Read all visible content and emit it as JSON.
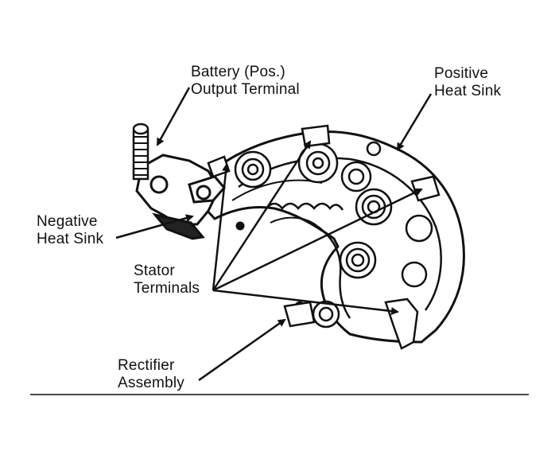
{
  "labels": {
    "battery": [
      "Battery (Pos.)",
      "Output Terminal"
    ],
    "positive_heat_sink": [
      "Positive",
      "Heat Sink"
    ],
    "negative_heat_sink": [
      "Negative",
      "Heat Sink"
    ],
    "stator_terminals": [
      "Stator",
      "Terminals"
    ],
    "rectifier": [
      "Rectifier",
      "Assembly"
    ]
  },
  "colors": {
    "ink": "#111111",
    "background": "#ffffff"
  }
}
